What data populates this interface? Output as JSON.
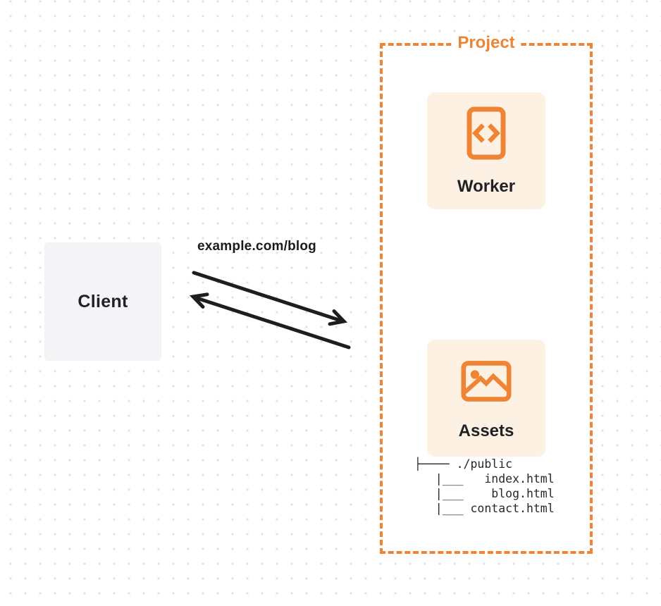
{
  "colors": {
    "orange": "#ee8434",
    "card_background": "#fdf1e4",
    "client_background": "#f4f4f6",
    "arrow": "#1e1e1e",
    "dot_grid": "#e1e1e5",
    "text": "#1f2125"
  },
  "client": {
    "label": "Client"
  },
  "request": {
    "label": "example.com/blog"
  },
  "project": {
    "label": "Project",
    "worker": {
      "label": "Worker",
      "icon": "code-document-icon"
    },
    "assets": {
      "label": "Assets",
      "icon": "image-icon",
      "file_tree": "├──── ./public\n   |___   index.html\n   |___    blog.html\n   |___ contact.html"
    }
  }
}
